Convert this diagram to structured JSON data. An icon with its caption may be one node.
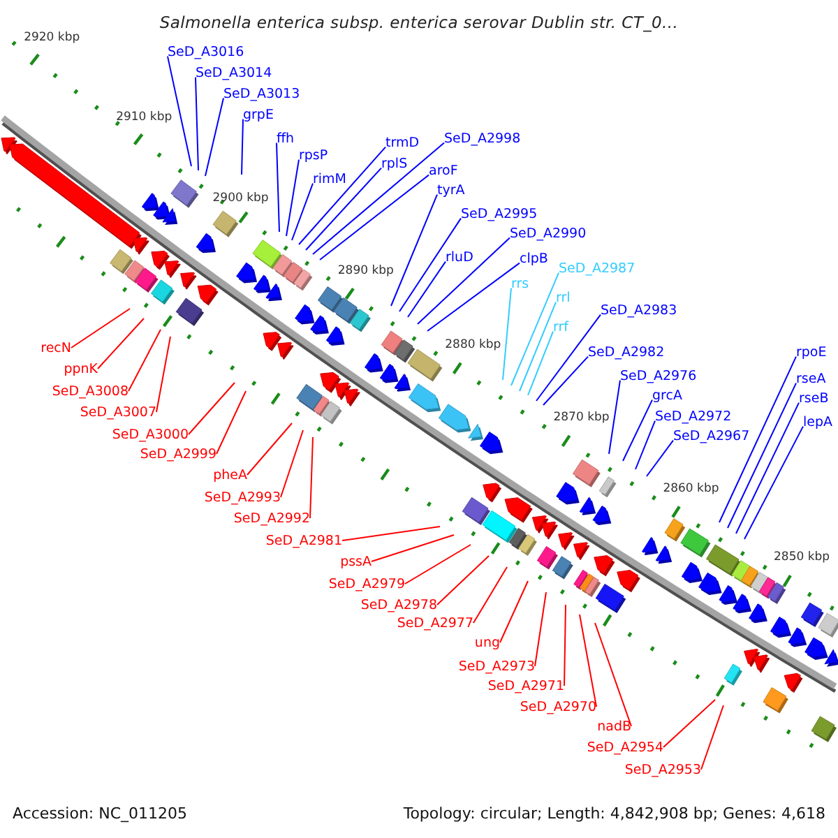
{
  "diagram": {
    "title": "Salmonella enterica subsp. enterica serovar Dublin str. CT_0...",
    "nodes": [
      {
        "text": [
          "SeD_A3016"
        ]
      },
      {
        "text": [
          "SeD_A3014"
        ]
      },
      {
        "text": [
          "SeD_A3013"
        ]
      },
      {
        "text": [
          "grpE"
        ]
      },
      {
        "text": [
          "ffh"
        ]
      },
      {
        "text": [
          "rpsP"
        ]
      },
      {
        "text": [
          "rimM"
        ]
      },
      {
        "text": [
          "trmD"
        ]
      },
      {
        "text": [
          "rplS"
        ]
      },
      {
        "text": [
          "SeD_A2998"
        ]
      },
      {
        "text": [
          "aroF"
        ]
      },
      {
        "text": [
          "tyrA"
        ]
      },
      {
        "text": [
          "SeD_A2995"
        ]
      },
      {
        "text": [
          "rluD"
        ]
      },
      {
        "text": [
          "SeD_A2990"
        ]
      },
      {
        "text": [
          "clpB"
        ]
      },
      {
        "text": [
          "rrs"
        ]
      },
      {
        "text": [
          "SeD_A2987"
        ]
      },
      {
        "text": [
          "rrl"
        ]
      },
      {
        "text": [
          "rrf"
        ]
      },
      {
        "text": [
          "SeD_A2983"
        ]
      },
      {
        "text": [
          "SeD_A2982"
        ]
      },
      {
        "text": [
          "SeD_A2976"
        ]
      },
      {
        "text": [
          "grcA"
        ]
      },
      {
        "text": [
          "SeD_A2972"
        ]
      },
      {
        "text": [
          "SeD_A2967"
        ]
      },
      {
        "text": [
          "rpoE"
        ]
      },
      {
        "text": [
          "rseA"
        ]
      },
      {
        "text": [
          "rseB"
        ]
      },
      {
        "text": [
          "lepA"
        ]
      },
      {
        "text": [
          "recN"
        ]
      },
      {
        "text": [
          "ppnK"
        ]
      },
      {
        "text": [
          "SeD_A3008"
        ]
      },
      {
        "text": [
          "SeD_A3007"
        ]
      },
      {
        "text": [
          "SeD_A3000"
        ]
      },
      {
        "text": [
          "SeD_A2999"
        ]
      },
      {
        "text": [
          "pheA"
        ]
      },
      {
        "text": [
          "SeD_A2993"
        ]
      },
      {
        "text": [
          "SeD_A2992"
        ]
      },
      {
        "text": [
          "SeD_A2981"
        ]
      },
      {
        "text": [
          "pssA"
        ]
      },
      {
        "text": [
          "SeD_A2979"
        ]
      },
      {
        "text": [
          "SeD_A2978"
        ]
      },
      {
        "text": [
          "SeD_A2977"
        ]
      },
      {
        "text": [
          "ung"
        ]
      },
      {
        "text": [
          "SeD_A2973"
        ]
      },
      {
        "text": [
          "SeD_A2971"
        ]
      },
      {
        "text": [
          "SeD_A2970"
        ]
      },
      {
        "text": [
          "nadB"
        ]
      },
      {
        "text": [
          "SeD_A2954"
        ]
      },
      {
        "text": [
          "SeD_A2953"
        ]
      }
    ],
    "edges": [
      {
        "from": 0,
        "to": null,
        "arrow": "none"
      },
      {
        "from": 1,
        "to": null,
        "arrow": "none"
      },
      {
        "from": 2,
        "to": null,
        "arrow": "none"
      },
      {
        "from": 3,
        "to": null,
        "arrow": "none"
      },
      {
        "from": 4,
        "to": null,
        "arrow": "none"
      },
      {
        "from": 5,
        "to": null,
        "arrow": "none"
      },
      {
        "from": 6,
        "to": null,
        "arrow": "none"
      },
      {
        "from": 7,
        "to": null,
        "arrow": "none"
      },
      {
        "from": 8,
        "to": null,
        "arrow": "none"
      },
      {
        "from": 9,
        "to": null,
        "arrow": "none"
      },
      {
        "from": 10,
        "to": null,
        "arrow": "none"
      },
      {
        "from": 11,
        "to": null,
        "arrow": "none"
      },
      {
        "from": 12,
        "to": null,
        "arrow": "none"
      },
      {
        "from": 13,
        "to": null,
        "arrow": "none"
      },
      {
        "from": 14,
        "to": null,
        "arrow": "none"
      },
      {
        "from": 15,
        "to": null,
        "arrow": "none"
      },
      {
        "from": 16,
        "to": null,
        "arrow": "none",
        "color": "#33ccff"
      },
      {
        "from": 17,
        "to": null,
        "arrow": "none",
        "color": "#33ccff"
      },
      {
        "from": 18,
        "to": null,
        "arrow": "none",
        "color": "#33ccff"
      },
      {
        "from": 19,
        "to": null,
        "arrow": "none",
        "color": "#33ccff"
      },
      {
        "from": 20,
        "to": null,
        "arrow": "none"
      },
      {
        "from": 21,
        "to": null,
        "arrow": "none"
      },
      {
        "from": 22,
        "to": null,
        "arrow": "none"
      },
      {
        "from": 23,
        "to": null,
        "arrow": "none"
      },
      {
        "from": 24,
        "to": null,
        "arrow": "none"
      },
      {
        "from": 25,
        "to": null,
        "arrow": "none"
      },
      {
        "from": 26,
        "to": null,
        "arrow": "none"
      },
      {
        "from": 27,
        "to": null,
        "arrow": "none"
      },
      {
        "from": 28,
        "to": null,
        "arrow": "none"
      },
      {
        "from": 29,
        "to": null,
        "arrow": "none"
      },
      {
        "from": 30,
        "to": null,
        "arrow": "none",
        "color": "#ff0000"
      },
      {
        "from": 31,
        "to": null,
        "arrow": "none",
        "color": "#ff0000"
      },
      {
        "from": 32,
        "to": null,
        "arrow": "none",
        "color": "#ff0000"
      },
      {
        "from": 33,
        "to": null,
        "arrow": "none",
        "color": "#ff0000"
      },
      {
        "from": 34,
        "to": null,
        "arrow": "none",
        "color": "#ff0000"
      },
      {
        "from": 35,
        "to": null,
        "arrow": "none",
        "color": "#ff0000"
      },
      {
        "from": 36,
        "to": null,
        "arrow": "none",
        "color": "#ff0000"
      },
      {
        "from": 37,
        "to": null,
        "arrow": "none",
        "color": "#ff0000"
      },
      {
        "from": 38,
        "to": null,
        "arrow": "none",
        "color": "#ff0000"
      },
      {
        "from": 39,
        "to": null,
        "arrow": "none",
        "color": "#ff0000"
      },
      {
        "from": 40,
        "to": null,
        "arrow": "none",
        "color": "#ff0000"
      },
      {
        "from": 41,
        "to": null,
        "arrow": "none",
        "color": "#ff0000"
      },
      {
        "from": 42,
        "to": null,
        "arrow": "none",
        "color": "#ff0000"
      },
      {
        "from": 43,
        "to": null,
        "arrow": "none",
        "color": "#ff0000"
      },
      {
        "from": 44,
        "to": null,
        "arrow": "none",
        "color": "#ff0000"
      },
      {
        "from": 45,
        "to": null,
        "arrow": "none",
        "color": "#ff0000"
      },
      {
        "from": 46,
        "to": null,
        "arrow": "none",
        "color": "#ff0000"
      },
      {
        "from": 47,
        "to": null,
        "arrow": "none",
        "color": "#ff0000"
      },
      {
        "from": 48,
        "to": null,
        "arrow": "none",
        "color": "#ff0000"
      },
      {
        "from": 49,
        "to": null,
        "arrow": "none",
        "color": "#ff0000"
      },
      {
        "from": 50,
        "to": null,
        "arrow": "none",
        "color": "#ff0000"
      }
    ],
    "labels": [
      "2920 kbp",
      "2910 kbp",
      "2900 kbp",
      "2890 kbp",
      "2880 kbp",
      "2870 kbp",
      "2860 kbp",
      "2850 kbp",
      "Accession: NC_011205",
      "Topology: circular; Length: 4,842,908 bp; Genes: 4,618"
    ]
  }
}
